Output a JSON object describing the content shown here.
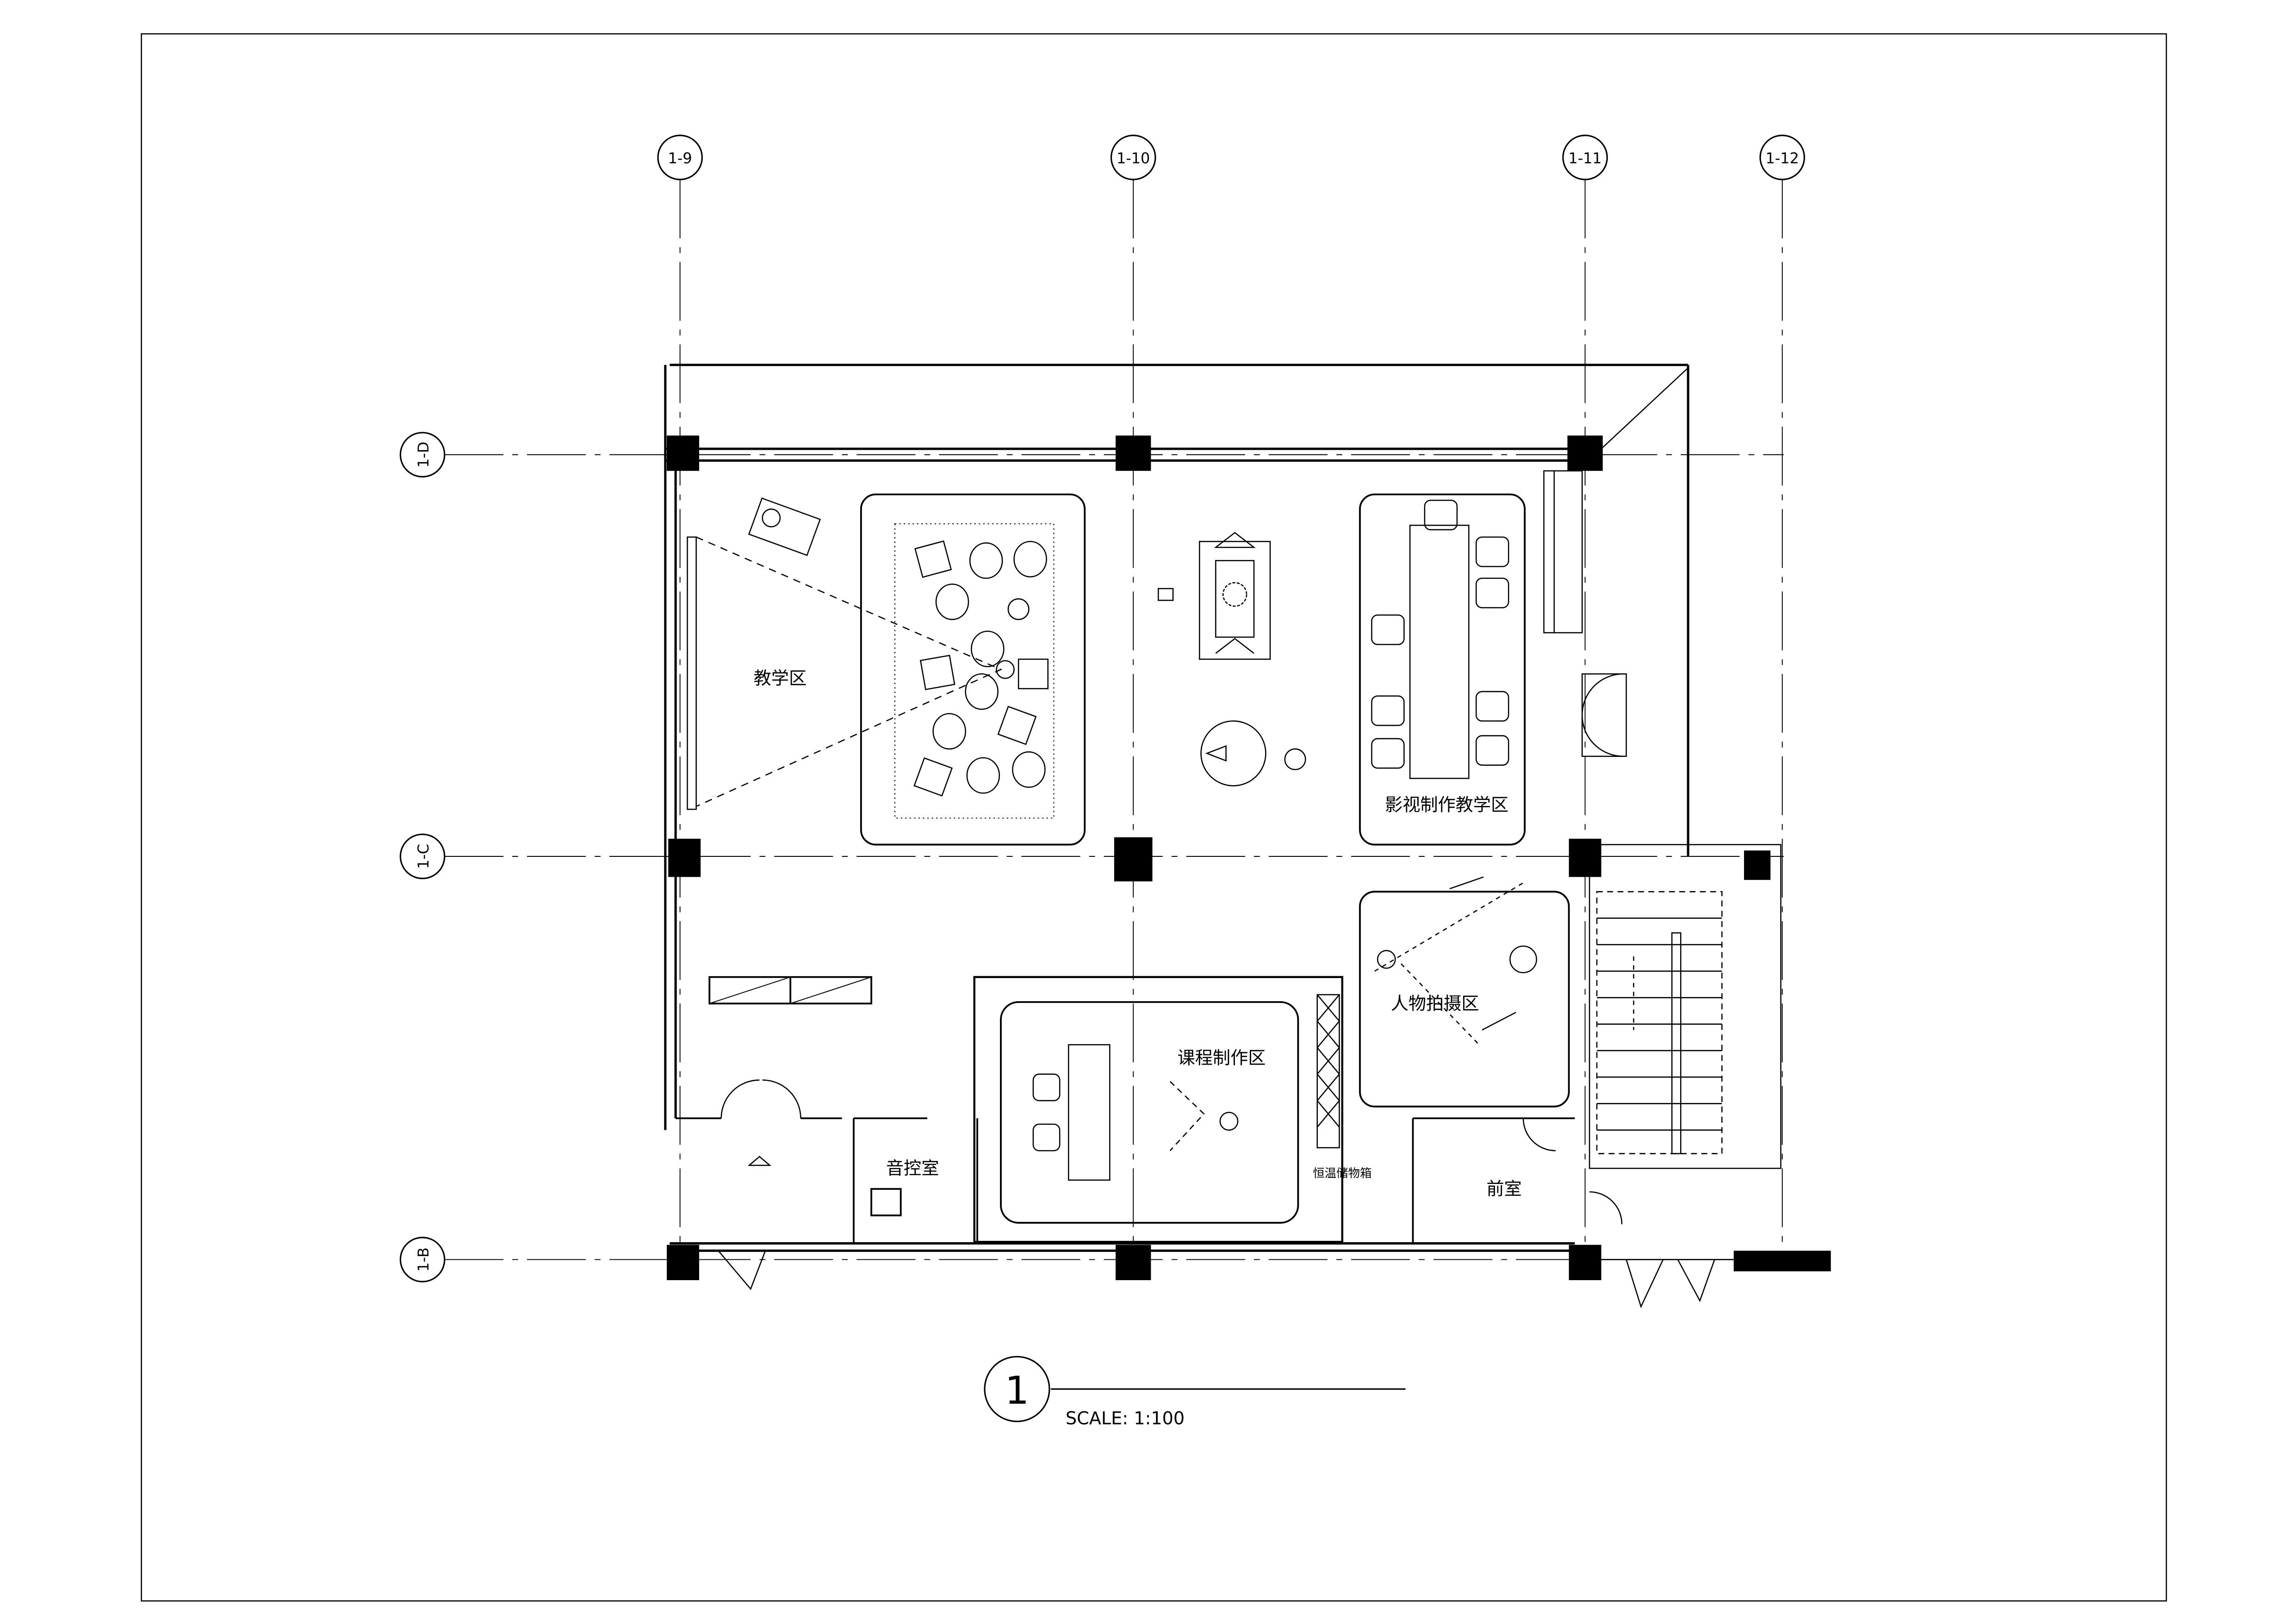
{
  "grid": {
    "columns": [
      "1-9",
      "1-10",
      "1-11",
      "1-12"
    ],
    "rows": [
      "1-D",
      "1-C",
      "1-B"
    ]
  },
  "rooms": {
    "teaching": "教学区",
    "film_teaching": "影视制作教学区",
    "portrait": "人物拍摄区",
    "course_production": "课程制作区",
    "constant_storage": "恒温储物箱",
    "audio_control": "音控室",
    "anteroom": "前室"
  },
  "title_block": {
    "number": "1",
    "scale": "SCALE: 1:100"
  }
}
